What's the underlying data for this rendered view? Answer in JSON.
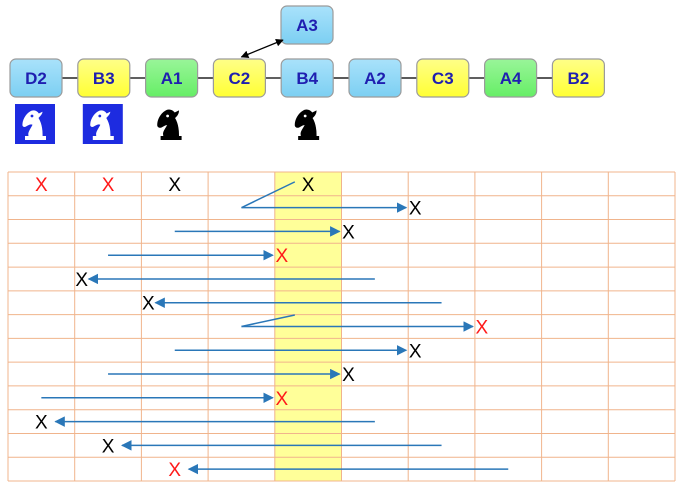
{
  "colors": {
    "blue": "#7ccff2",
    "yellow": "#ffff33",
    "green": "#66ee66",
    "node_border": "#9b9b9b",
    "node_text": "#1f1fb0",
    "grid": "#f0b48c",
    "highlight": "#ffff99",
    "arrow": "#2a77b8",
    "mark_black": "#000000",
    "mark_red": "#ff1a1a"
  },
  "chain": [
    {
      "label": "D2",
      "color": "blue"
    },
    {
      "label": "B3",
      "color": "yellow"
    },
    {
      "label": "A1",
      "color": "green"
    },
    {
      "label": "C2",
      "color": "yellow"
    },
    {
      "label": "B4",
      "color": "blue"
    },
    {
      "label": "A2",
      "color": "blue"
    },
    {
      "label": "C3",
      "color": "yellow"
    },
    {
      "label": "A4",
      "color": "green"
    },
    {
      "label": "B2",
      "color": "yellow"
    }
  ],
  "branch": {
    "label": "A3",
    "color": "blue",
    "attached_to": "C2"
  },
  "knights": [
    {
      "under": "D2",
      "icon": "white-knight-icon"
    },
    {
      "under": "B3",
      "icon": "white-knight-icon"
    },
    {
      "under": "A1",
      "icon": "black-knight-icon"
    },
    {
      "under_column": 4,
      "icon": "black-knight-icon"
    }
  ],
  "grid": {
    "columns": 10,
    "highlight_column": 4
  },
  "rows": [
    {
      "marks": [
        {
          "col": 0,
          "text": "X",
          "color": "red"
        },
        {
          "col": 1,
          "text": "X",
          "color": "red"
        },
        {
          "col": 2,
          "text": "X",
          "color": "black"
        },
        {
          "col": 4,
          "text": "X",
          "color": "black"
        }
      ]
    },
    {
      "marks": [
        {
          "col": 6,
          "text": "X",
          "color": "black"
        }
      ],
      "arrow": {
        "from_col": 3.5,
        "to_col": 6.0
      }
    },
    {
      "marks": [
        {
          "col": 5,
          "text": "X",
          "color": "black"
        }
      ],
      "arrow": {
        "from_col": 2.5,
        "to_col": 5.0
      }
    },
    {
      "marks": [
        {
          "col": 4,
          "text": "X",
          "color": "red"
        }
      ],
      "arrow": {
        "from_col": 1.5,
        "to_col": 4.0
      }
    },
    {
      "marks": [
        {
          "col": 1,
          "text": "X",
          "color": "black"
        }
      ],
      "arrow": {
        "from_col": 5.5,
        "to_col": 1.0
      }
    },
    {
      "marks": [
        {
          "col": 2,
          "text": "X",
          "color": "black"
        }
      ],
      "arrow": {
        "from_col": 6.5,
        "to_col": 2.0
      }
    },
    {
      "marks": [
        {
          "col": 7,
          "text": "X",
          "color": "red"
        }
      ],
      "arrow": {
        "from_col": 3.5,
        "to_col": 7.0
      }
    },
    {
      "marks": [
        {
          "col": 6,
          "text": "X",
          "color": "black"
        }
      ],
      "arrow": {
        "from_col": 2.5,
        "to_col": 6.0
      }
    },
    {
      "marks": [
        {
          "col": 5,
          "text": "X",
          "color": "black"
        }
      ],
      "arrow": {
        "from_col": 1.5,
        "to_col": 5.0
      }
    },
    {
      "marks": [
        {
          "col": 4,
          "text": "X",
          "color": "red"
        }
      ],
      "arrow": {
        "from_col": 0.5,
        "to_col": 4.0
      }
    },
    {
      "marks": [
        {
          "col": 0,
          "text": "X",
          "color": "black"
        }
      ],
      "arrow": {
        "from_col": 5.5,
        "to_col": 0.5
      }
    },
    {
      "marks": [
        {
          "col": 1,
          "text": "X",
          "color": "black"
        }
      ],
      "arrow": {
        "from_col": 6.5,
        "to_col": 1.5
      }
    },
    {
      "marks": [
        {
          "col": 2,
          "text": "X",
          "color": "red"
        }
      ],
      "arrow": {
        "from_col": 7.5,
        "to_col": 2.5
      }
    }
  ],
  "kinks": [
    {
      "from_row": 1,
      "to_row": 0,
      "from_col": 3.5,
      "to_col": 4.3
    },
    {
      "from_row": 6,
      "to_row": 5.6,
      "from_col": 3.5,
      "to_col": 4.3
    }
  ]
}
